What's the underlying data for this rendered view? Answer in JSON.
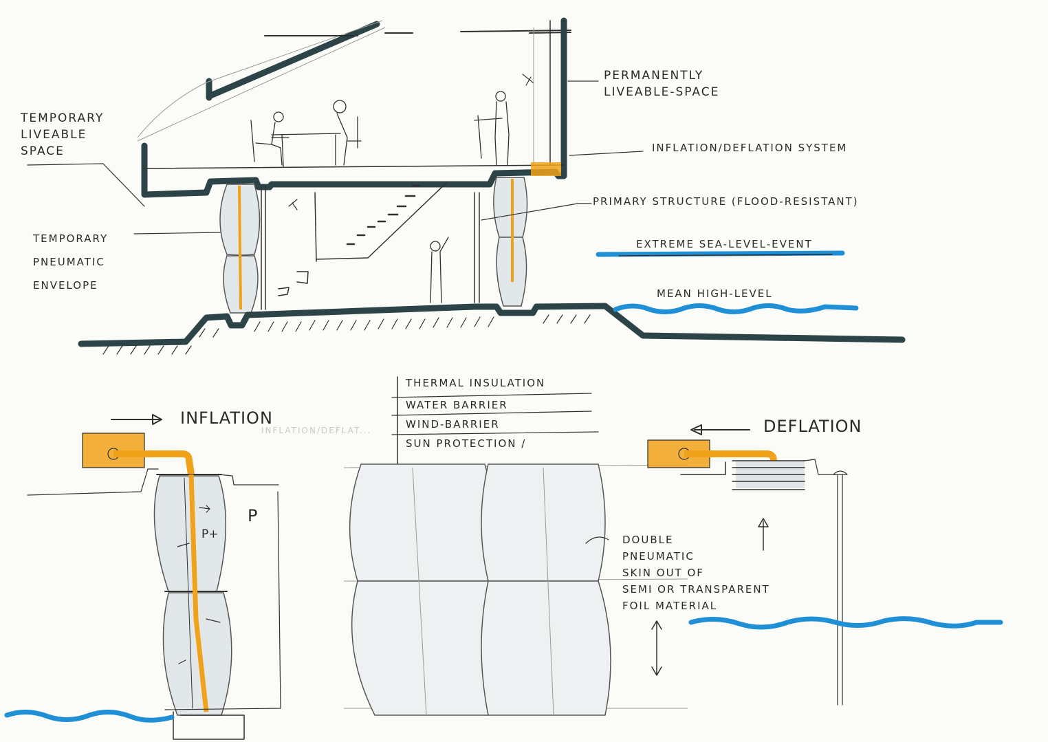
{
  "title": "Flood-resilient house section with pneumatic envelope (hand sketch)",
  "colors": {
    "paper": "#fbfbf7",
    "structure_marker": "#2c4448",
    "water_blue": "#1f8fd6",
    "inflation_orange": "#f0a21a",
    "pneumatic_grey": "#dfe5e7",
    "pencil": "#2f2f2f"
  },
  "section": {
    "labels": {
      "temporary_liveable_space": "Temporary\nliveable\nspace",
      "permanently_liveable_space": "Permanently\nliveable-space",
      "inflation_deflation_system": "Inflation/deflation system",
      "primary_structure": "Primary structure (flood-resistant)",
      "extreme_sea_level": "Extreme sea-level-event",
      "mean_high_level": "Mean high-level",
      "temporary_pneumatic_envelope": "Temporary\npneumatic\nenvelope"
    }
  },
  "details": {
    "inflation": {
      "label": "Inflation",
      "pressure_outside": "P",
      "pressure_inside": "P+"
    },
    "layers": {
      "items": [
        "Thermal insulation",
        "Water barrier",
        "Wind-barrier",
        "Sun protection /"
      ]
    },
    "deflation": {
      "label": "Deflation"
    },
    "skin_note": "Double\npneumatic\nskin out of\nsemi or transparent\nfoil material",
    "faint_text": "inflation/deflat..."
  }
}
